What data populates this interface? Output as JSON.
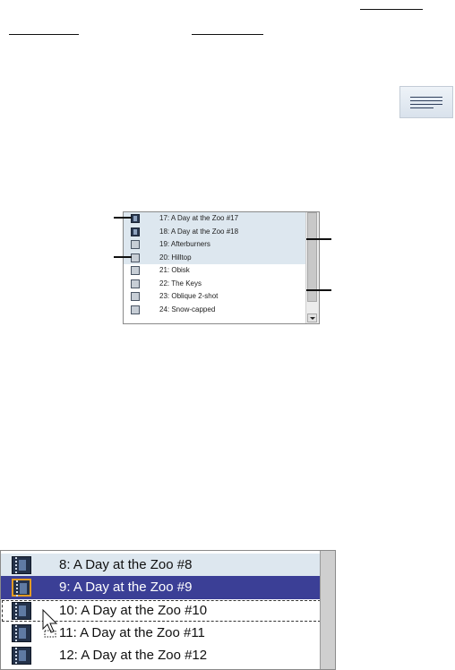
{
  "small_list": {
    "items": [
      {
        "label": "17: A Day at the Zoo #17",
        "icon": "film-icon",
        "selected": true
      },
      {
        "label": "18: A Day at the Zoo #18",
        "icon": "film-icon",
        "selected": true
      },
      {
        "label": "19: Afterburners",
        "icon": "clip-icon",
        "selected": true
      },
      {
        "label": "20: Hilltop",
        "icon": "clip-icon",
        "selected": true
      },
      {
        "label": "21: Obisk",
        "icon": "clip-icon",
        "selected": false
      },
      {
        "label": "22: The Keys",
        "icon": "clip-icon",
        "selected": false
      },
      {
        "label": "23: Oblique 2-shot",
        "icon": "clip-icon",
        "selected": false
      },
      {
        "label": "24: Snow-capped",
        "icon": "clip-icon",
        "selected": false
      }
    ]
  },
  "big_list": {
    "items": [
      {
        "label": "8: A Day at the Zoo #8",
        "state": "highlighted"
      },
      {
        "label": "9: A Day at the Zoo #9",
        "state": "selected"
      },
      {
        "label": "10: A Day at the Zoo #10",
        "state": "drop-target"
      },
      {
        "label": "11: A Day at the Zoo #11",
        "state": "normal"
      },
      {
        "label": "12: A Day at the Zoo #12",
        "state": "normal"
      }
    ]
  },
  "colors": {
    "selection": "#3b3f96",
    "highlight": "#dde7ef",
    "icon_border_selected": "#e39b22"
  }
}
